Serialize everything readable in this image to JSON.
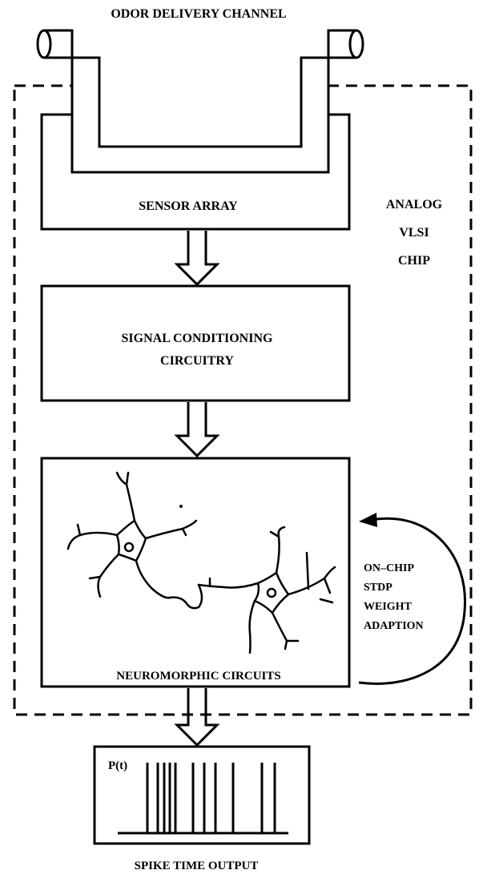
{
  "labels": {
    "odor_channel": "ODOR DELIVERY CHANNEL",
    "sensor_array": "SENSOR ARRAY",
    "chip_line1": "ANALOG",
    "chip_line2": "VLSI",
    "chip_line3": "CHIP",
    "signal_line1": "SIGNAL CONDITIONING",
    "signal_line2": "CIRCUITRY",
    "neuromorphic": "NEUROMORPHIC CIRCUITS",
    "stdp_line1": "ON–CHIP",
    "stdp_line2": "STDP",
    "stdp_line3": "WEIGHT",
    "stdp_line4": "ADAPTION",
    "spike_axis": "P(t)",
    "spike_output": "SPIKE TIME OUTPUT"
  },
  "spike_train": {
    "spike_count": 11
  }
}
